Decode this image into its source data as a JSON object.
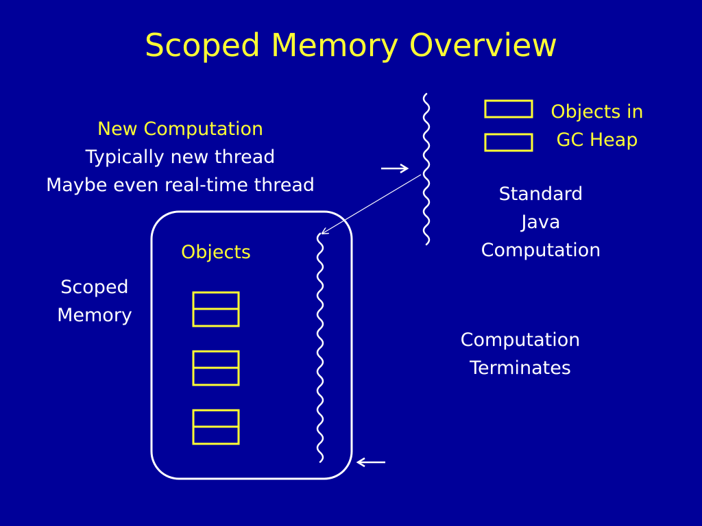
{
  "title": "Scoped Memory Overview",
  "new_computation": {
    "heading": "New Computation",
    "line1": "Typically new thread",
    "line2": "Maybe even real-time thread"
  },
  "heap": {
    "label_line1": "Objects in",
    "label_line2": "GC Heap"
  },
  "standard_java": {
    "line1": "Standard",
    "line2": "Java",
    "line3": "Computation"
  },
  "scoped_memory": {
    "objects_label": "Objects",
    "label_line1": "Scoped",
    "label_line2": "Memory"
  },
  "terminates": {
    "line1": "Computation",
    "line2": "Terminates"
  },
  "colors": {
    "background": "#000099",
    "accent": "#ffff33",
    "text": "#ffffff"
  }
}
